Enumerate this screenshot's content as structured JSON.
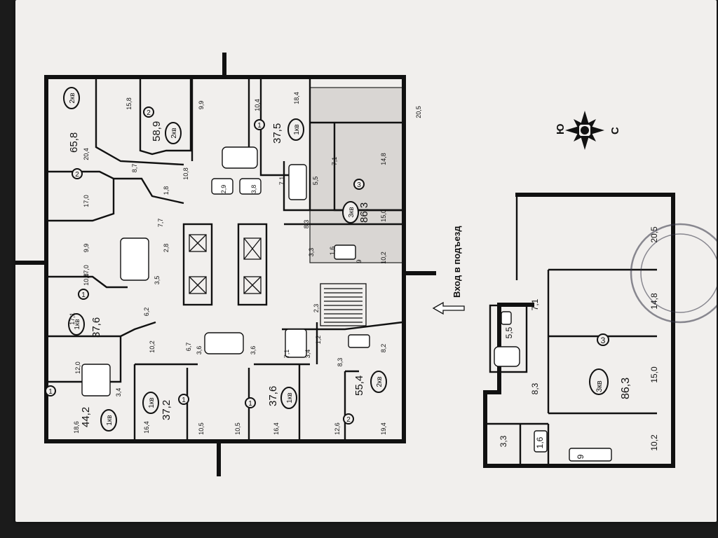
{
  "compass": {
    "north": "С",
    "south": "Ю"
  },
  "entrance": "Вход в подъезд",
  "kv": "кв",
  "apartments": [
    {
      "id": "a1",
      "num": "2",
      "type": "2",
      "area": "65,8"
    },
    {
      "id": "a2",
      "num": "2",
      "type": "2",
      "area": "58,9"
    },
    {
      "id": "a3",
      "num": "1",
      "type": "1",
      "area": "37,5"
    },
    {
      "id": "a4",
      "num": "3",
      "type": "3",
      "area": "86,3"
    },
    {
      "id": "a5",
      "num": "1",
      "type": "1",
      "area": "37,6"
    },
    {
      "id": "a6",
      "num": "1",
      "type": "1",
      "area": "44,2"
    },
    {
      "id": "a7",
      "num": "1",
      "type": "1",
      "area": "37,2"
    },
    {
      "id": "a8",
      "num": "1",
      "type": "1",
      "area": "37,6"
    },
    {
      "id": "a9",
      "num": "2",
      "type": "2",
      "area": "55,4"
    }
  ],
  "rooms": [
    "15,8",
    "17,0",
    "20,4",
    "8,7",
    "1,8",
    "9,9",
    "10,4",
    "18,4",
    "20,5",
    "10,8",
    "2,9",
    "3,8",
    "7,1",
    "5,5",
    "7,1",
    "14,8",
    "7,7",
    "17,0",
    "15,0",
    "8,3",
    "9,9",
    "2,8",
    "3,3",
    "1,6",
    "9",
    "10,2",
    "10,8",
    "3,5",
    "6,2",
    "2,3",
    "17,1",
    "10,2",
    "6,7",
    "3,6",
    "3,6",
    "1,2",
    "7,1",
    "3,4",
    "8,3",
    "8,2",
    "12,0",
    "3,4",
    "10,5",
    "10,5",
    "18,6",
    "16,4",
    "16,4",
    "12,6",
    "19,4"
  ],
  "zoom": {
    "type": "3",
    "num": "3",
    "area": "86,3",
    "rooms": [
      "20,5",
      "14,8",
      "7,1",
      "5,5",
      "15,0",
      "8,3",
      "3,3",
      "1,6",
      "9",
      "10,2"
    ]
  }
}
